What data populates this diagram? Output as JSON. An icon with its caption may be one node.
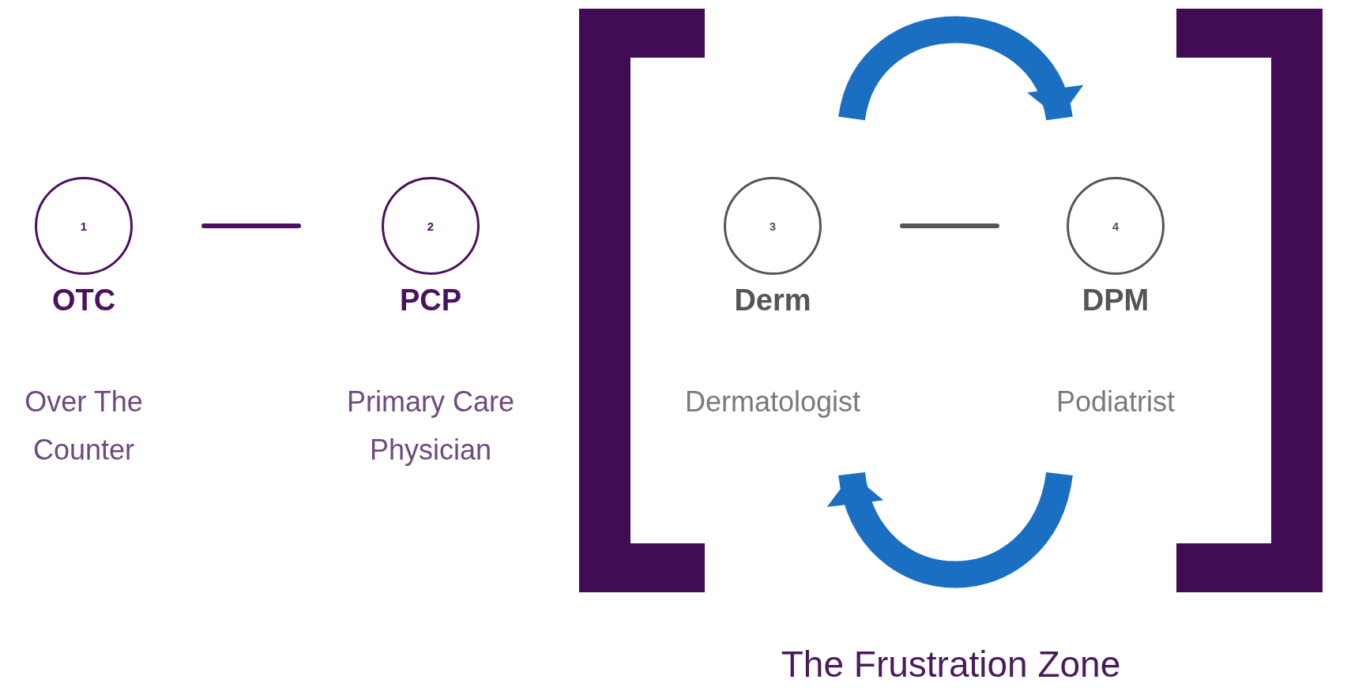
{
  "diagram": {
    "nodes": [
      {
        "text": [
          "1",
          "OTC",
          "Over The Counter"
        ]
      },
      {
        "text": [
          "2",
          "PCP",
          "Primary Care Physician"
        ]
      },
      {
        "text": [
          "The Frustration Zone"
        ]
      },
      {
        "text": [
          "3",
          "Derm",
          "Dermatologist"
        ],
        "in": 2
      },
      {
        "text": [
          "4",
          "DPM",
          "Podiatrist"
        ],
        "in": 2
      }
    ],
    "edges": [
      {
        "from": 0,
        "to": 1,
        "arrow": "none",
        "color": "#4b1060"
      },
      {
        "from": 3,
        "to": 4,
        "arrow": "none",
        "color": "#555555"
      },
      {
        "from": 3,
        "to": 4,
        "arrow": "to",
        "style": "thick",
        "color": "#1b6fc2"
      },
      {
        "from": 4,
        "to": 3,
        "arrow": "to",
        "style": "thick",
        "color": "#1b6fc2"
      }
    ]
  }
}
